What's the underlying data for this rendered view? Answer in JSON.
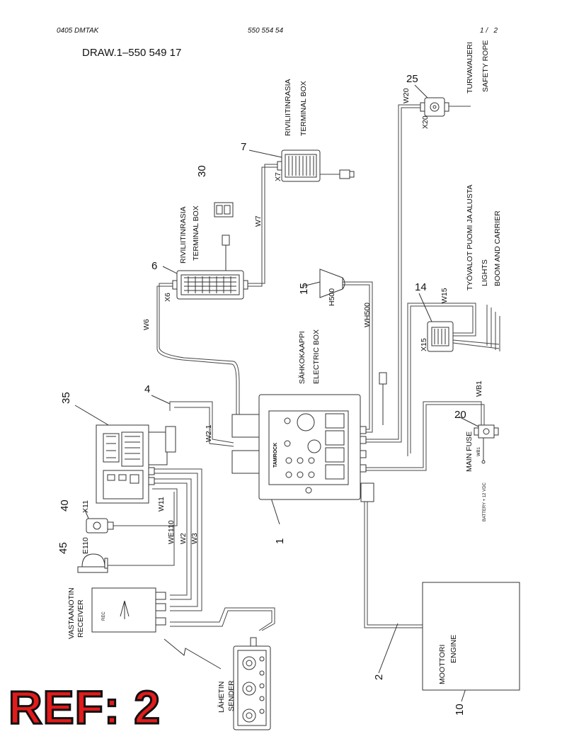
{
  "header": {
    "left": "0405 DMTAK",
    "center": "550 554 54",
    "right": "1 /   2"
  },
  "drawing_ref": "DRAW.1–550 549 17",
  "ref_stamp": "REF: 2",
  "brand": "TAMROCK",
  "components": {
    "c25": {
      "num": "25",
      "fi": "TURVAVAIJERI",
      "en": "SAFETY ROPE"
    },
    "c7": {
      "num": "7",
      "fi": "RIVILIITINRASIA",
      "en": "TERMINAL BOX"
    },
    "c30": {
      "num": "30"
    },
    "c6": {
      "num": "6",
      "fi": "RIVILIITINRASIA",
      "en": "TERMINAL BOX"
    },
    "c15": {
      "num": "15"
    },
    "c14": {
      "num": "14"
    },
    "lights": {
      "fi": "TYÖVALOT PUOMI JA ALUSTA",
      "en1": "LIGHTS",
      "en2": "BOOM AND CARRIER"
    },
    "ebox": {
      "fi": "SÄHKOKAAPPI",
      "en": "ELECTRIC BOX"
    },
    "c35": {
      "num": "35"
    },
    "c4": {
      "num": "4"
    },
    "c20": {
      "num": "20",
      "fi": "MAIN FUSE",
      "sub": "BATTERY + 12 VDC"
    },
    "c1": {
      "num": "1"
    },
    "c40": {
      "num": "40"
    },
    "c45": {
      "num": "45"
    },
    "receiver": {
      "fi": "VASTAANOTIN",
      "en": "RECEIVER",
      "tag": "REC"
    },
    "engine": {
      "fi": "MOOTTORI",
      "en": "ENGINE",
      "num": "10"
    },
    "c2": {
      "num": "2"
    },
    "sender": {
      "fi": "LÄHETIN",
      "en": "SENDER"
    }
  },
  "wires": {
    "w20": "W20",
    "x20": "X20",
    "x7": "X7",
    "w7": "W7",
    "x6": "X6",
    "w6": "W6",
    "h500": "H500",
    "wh500": "WH500",
    "w15": "W15",
    "x15": "X15",
    "wb1": "WB1",
    "wb_small": "WB1",
    "w21": "W2.1",
    "x11": "X11",
    "w11": "W11",
    "we110": "WE110",
    "w2": "W2",
    "w3": "W3",
    "e110": "E110"
  }
}
